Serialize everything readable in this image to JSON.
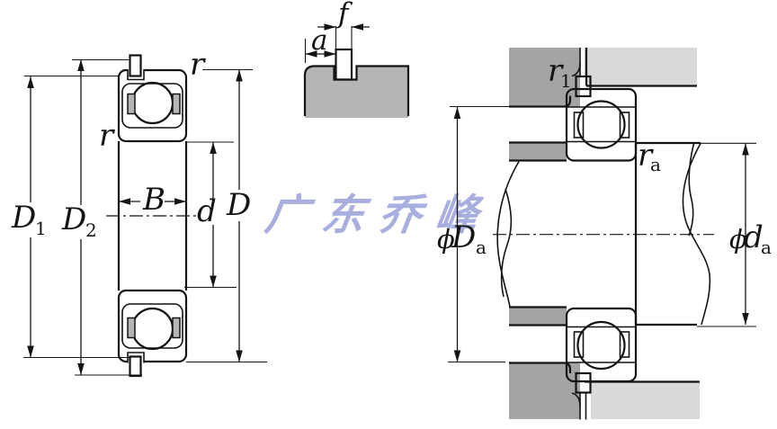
{
  "colors": {
    "background": "#ffffff",
    "line": "#141414",
    "bearing_fill": "#b5b5b5",
    "housing_dark": "#a4a4a4",
    "housing_light": "#d9d9d9",
    "watermark": "#a8aede"
  },
  "watermark": {
    "text": "广东乔峰"
  },
  "left_figure": {
    "labels": {
      "D1": {
        "base": "D",
        "sub": "1"
      },
      "D2": {
        "base": "D",
        "sub": "2"
      },
      "D": {
        "base": "D"
      },
      "d": {
        "base": "d"
      },
      "B": {
        "base": "B"
      },
      "r_outer": {
        "base": "r"
      },
      "r_inner": {
        "base": "r"
      }
    }
  },
  "detail_figure": {
    "labels": {
      "f": {
        "base": "f"
      },
      "a": {
        "base": "a"
      }
    }
  },
  "right_figure": {
    "labels": {
      "r1": {
        "base": "r",
        "sub": "1"
      },
      "ra": {
        "base": "r",
        "sub": "a"
      },
      "Da": {
        "phi": "ϕ",
        "base": "D",
        "sub": "a"
      },
      "da": {
        "phi": "ϕ",
        "base": "d",
        "sub": "a"
      }
    }
  }
}
